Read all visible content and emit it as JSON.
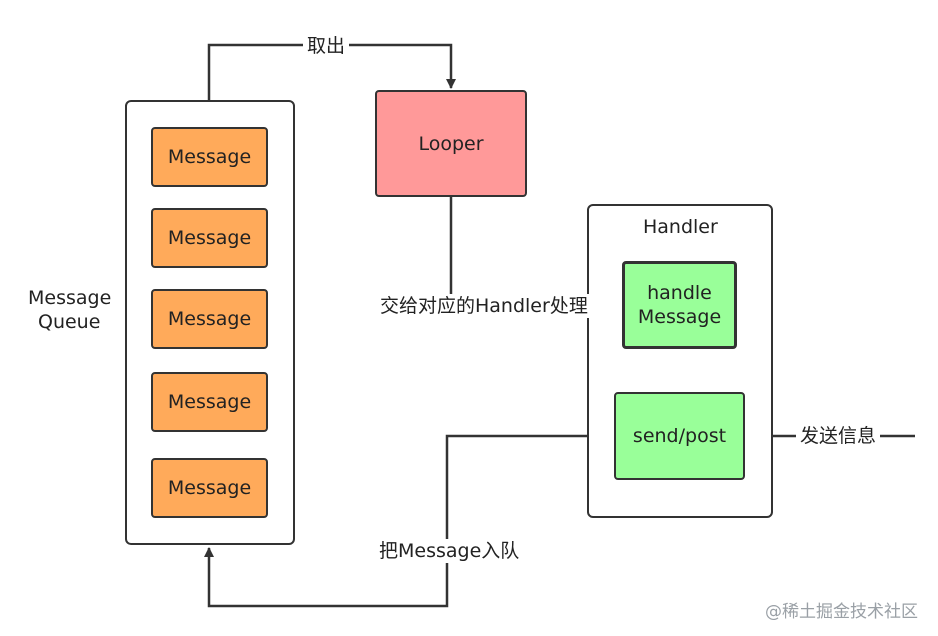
{
  "queue": {
    "label_line1": "Message",
    "label_line2": "Queue",
    "messages": [
      "Message",
      "Message",
      "Message",
      "Message",
      "Message"
    ]
  },
  "looper": {
    "label": "Looper"
  },
  "handler": {
    "title": "Handler",
    "handle_message_line1": "handle",
    "handle_message_line2": "Message",
    "send_post": "send/post"
  },
  "edges": {
    "take_out": "取出",
    "dispatch": "交给对应的Handler处理",
    "send_info": "发送信息",
    "enqueue": "把Message入队"
  },
  "watermark": "@稀土掘金技术社区"
}
